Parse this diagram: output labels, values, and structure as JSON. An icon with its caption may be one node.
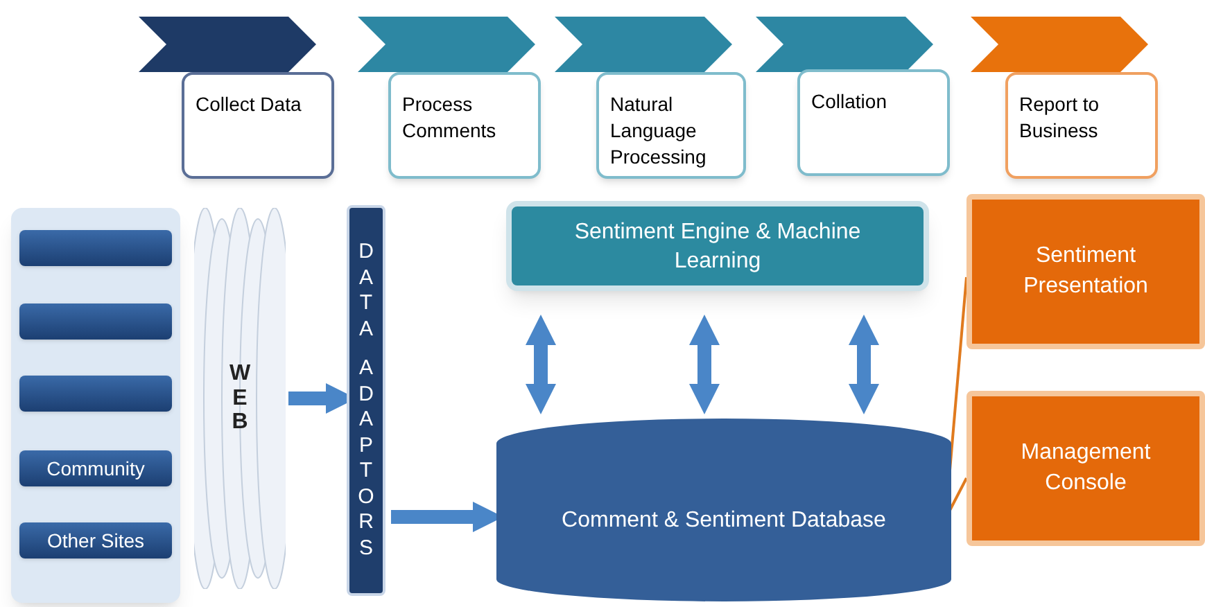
{
  "diagram": {
    "nodes": [
      {
        "text": [
          "Collect Data"
        ]
      },
      {
        "text": [
          "Process Comments"
        ]
      },
      {
        "text": [
          "Natural Language Processing"
        ]
      },
      {
        "text": [
          "Collation"
        ]
      },
      {
        "text": [
          "Report to Business"
        ]
      },
      {
        "text": [],
        "shape": "box"
      },
      {
        "text": [],
        "shape": "box",
        "in": 5
      },
      {
        "text": [],
        "shape": "box",
        "in": 5
      },
      {
        "text": [],
        "shape": "box",
        "in": 5
      },
      {
        "text": [
          "Community"
        ],
        "in": 5
      },
      {
        "text": [
          "Other Sites"
        ],
        "in": 5
      },
      {
        "text": [
          "WEB"
        ]
      },
      {
        "text": [
          "DATA ADAPTORS"
        ]
      },
      {
        "text": [
          "Sentiment Engine & Machine Learning"
        ]
      },
      {
        "text": [
          "Comment & Sentiment Database"
        ]
      },
      {
        "text": [
          "Sentiment Presentation"
        ]
      },
      {
        "text": [
          "Management Console"
        ]
      },
      {
        "text": [],
        "shape": "chevron"
      },
      {
        "text": [],
        "shape": "chevron"
      },
      {
        "text": [],
        "shape": "chevron"
      },
      {
        "text": [],
        "shape": "chevron"
      },
      {
        "text": [],
        "shape": "chevron"
      }
    ],
    "edges": [
      {
        "from": 11,
        "to": 12,
        "arrow": "to"
      },
      {
        "from": 12,
        "to": 14,
        "arrow": "to"
      },
      {
        "from": 13,
        "to": 14,
        "arrow": "both"
      },
      {
        "from": 13,
        "to": 14,
        "arrow": "both"
      },
      {
        "from": 13,
        "to": 14,
        "arrow": "both"
      },
      {
        "from": 14,
        "to": 15,
        "arrow": "none",
        "color": "#e07a1e"
      },
      {
        "from": 14,
        "to": 16,
        "arrow": "none",
        "color": "#e07a1e"
      }
    ]
  }
}
